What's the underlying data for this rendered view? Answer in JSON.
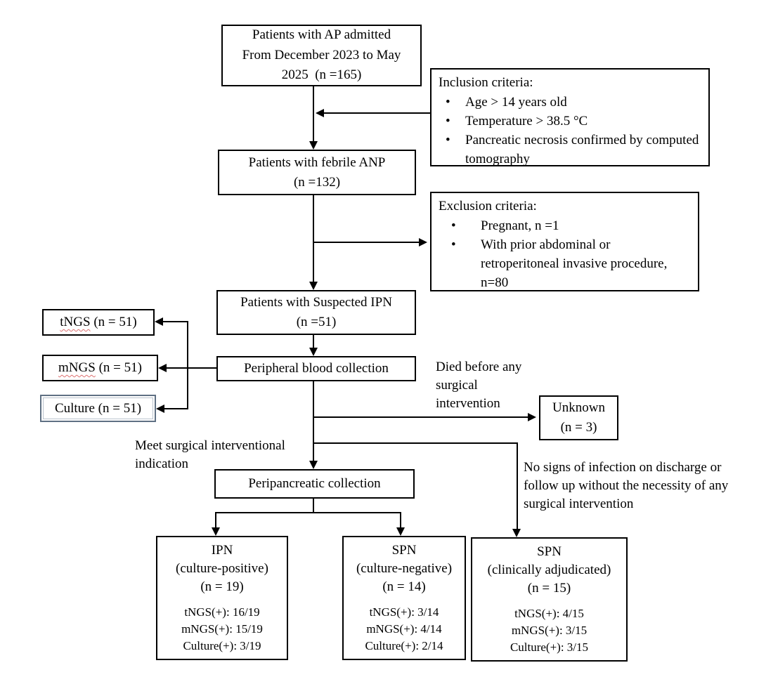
{
  "boxes": {
    "top": {
      "line1": "Patients with AP admitted",
      "line2": "From December 2023 to May",
      "line3": "2025  (n =165)"
    },
    "inclusion": {
      "title": "Inclusion criteria:",
      "bullets": [
        "Age > 14 years old",
        "Temperature > 38.5 °C",
        "Pancreatic necrosis confirmed by computed tomography"
      ]
    },
    "febrile": {
      "line1": "Patients with febrile ANP",
      "line2": "(n =132)"
    },
    "exclusion": {
      "title": "Exclusion criteria:",
      "bullets": [
        "Pregnant, n =1",
        "With prior abdominal or retroperitoneal invasive procedure, n=80"
      ]
    },
    "suspected": {
      "line1": "Patients with Suspected IPN",
      "line2": "(n =51)"
    },
    "tngs": {
      "term": "tNGS",
      "suffix": " (n = 51)"
    },
    "mngs": {
      "term": "mNGS",
      "suffix": " (n = 51)"
    },
    "culture": {
      "label": "Culture (n = 51)"
    },
    "blood": {
      "label": "Peripheral blood collection"
    },
    "unknown": {
      "line1": "Unknown",
      "line2": "(n = 3)"
    },
    "peripancreatic": {
      "label": "Peripancreatic collection"
    },
    "ipn": {
      "line1": "IPN",
      "line2": "(culture-positive)",
      "line3": "(n = 19)",
      "stat1": "tNGS(+): 16/19",
      "stat2": "mNGS(+): 15/19",
      "stat3": "Culture(+): 3/19"
    },
    "spn_negative": {
      "line1": "SPN",
      "line2": "(culture-negative)",
      "line3": "(n = 14)",
      "stat1": "tNGS(+): 3/14",
      "stat2": "mNGS(+): 4/14",
      "stat3": "Culture(+): 2/14"
    },
    "spn_adjudicated": {
      "line1": "SPN",
      "line2": "(clinically adjudicated)",
      "line3": "(n = 15)",
      "stat1": "tNGS(+): 4/15",
      "stat2": "mNGS(+): 3/15",
      "stat3": "Culture(+): 3/15"
    }
  },
  "annotations": {
    "died": "Died before any surgical intervention",
    "meet": "Meet surgical interventional indication",
    "no_signs": "No signs of infection on discharge or follow up without the necessity of any surgical intervention"
  },
  "colors": {
    "line": "#000000",
    "culture_border": "#5f7083",
    "spellcheck_underline": "#dd7070"
  }
}
